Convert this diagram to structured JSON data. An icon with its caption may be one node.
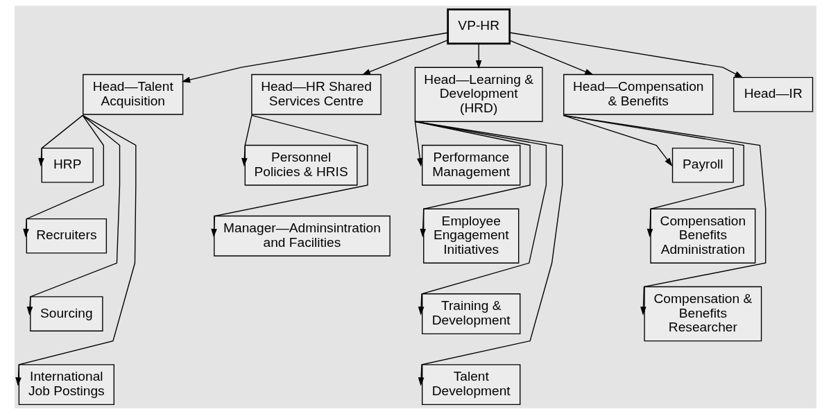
{
  "diagram": {
    "nodes": [
      {
        "text": [
          "VP-HR"
        ]
      },
      {
        "text": [
          "Head—Talent Acquisition"
        ]
      },
      {
        "text": [
          "Head—HR Shared Services Centre"
        ]
      },
      {
        "text": [
          "Head—Learning & Development (HRD)"
        ]
      },
      {
        "text": [
          "Head—Compensation & Benefits"
        ]
      },
      {
        "text": [
          "Head—IR"
        ]
      },
      {
        "text": [
          "HRP"
        ]
      },
      {
        "text": [
          "Recruiters"
        ]
      },
      {
        "text": [
          "Sourcing"
        ]
      },
      {
        "text": [
          "International Job Postings"
        ]
      },
      {
        "text": [
          "Personnel Policies & HRIS"
        ]
      },
      {
        "text": [
          "Manager—Adminsintration and Facilities"
        ]
      },
      {
        "text": [
          "Performance Management"
        ]
      },
      {
        "text": [
          "Employee Engagement Initiatives"
        ]
      },
      {
        "text": [
          "Training & Development"
        ]
      },
      {
        "text": [
          "Talent Development"
        ]
      },
      {
        "text": [
          "Payroll"
        ]
      },
      {
        "text": [
          "Compensation Benefits Administration"
        ]
      },
      {
        "text": [
          "Compensation & Benefits Researcher"
        ]
      }
    ],
    "edges": [
      {
        "from": 0,
        "to": 1,
        "arrow": "to"
      },
      {
        "from": 0,
        "to": 2,
        "arrow": "to"
      },
      {
        "from": 0,
        "to": 3,
        "arrow": "to"
      },
      {
        "from": 0,
        "to": 4,
        "arrow": "to"
      },
      {
        "from": 0,
        "to": 5,
        "arrow": "to"
      },
      {
        "from": 1,
        "to": 6,
        "arrow": "to"
      },
      {
        "from": 1,
        "to": 7,
        "arrow": "to"
      },
      {
        "from": 1,
        "to": 8,
        "arrow": "to"
      },
      {
        "from": 1,
        "to": 9,
        "arrow": "to"
      },
      {
        "from": 2,
        "to": 10,
        "arrow": "to"
      },
      {
        "from": 2,
        "to": 11,
        "arrow": "to"
      },
      {
        "from": 3,
        "to": 12,
        "arrow": "to"
      },
      {
        "from": 3,
        "to": 13,
        "arrow": "to"
      },
      {
        "from": 3,
        "to": 14,
        "arrow": "to"
      },
      {
        "from": 3,
        "to": 15,
        "arrow": "to"
      },
      {
        "from": 4,
        "to": 16,
        "arrow": "to"
      },
      {
        "from": 4,
        "to": 17,
        "arrow": "to"
      },
      {
        "from": 4,
        "to": 18,
        "arrow": "to"
      }
    ]
  }
}
